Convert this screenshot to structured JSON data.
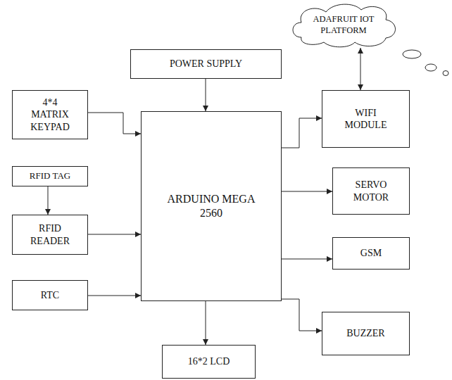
{
  "diagram": {
    "nodes": [
      {
        "text": [
          "ADAFRUIT IOT PLATFORM"
        ]
      },
      {
        "text": [
          "POWER SUPPLY"
        ]
      },
      {
        "text": [
          "4*4 MATRIX KEYPAD"
        ]
      },
      {
        "text": [
          "WIFI MODULE"
        ]
      },
      {
        "text": [
          "ARDUINO MEGA 2560"
        ]
      },
      {
        "text": [
          "RFID TAG"
        ]
      },
      {
        "text": [
          "SERVO MOTOR"
        ]
      },
      {
        "text": [
          "RFID READER"
        ]
      },
      {
        "text": [
          "GSM"
        ]
      },
      {
        "text": [
          "RTC"
        ]
      },
      {
        "text": [
          "BUZZER"
        ]
      },
      {
        "text": [
          "16*2 LCD"
        ]
      }
    ],
    "edges": [
      {
        "from": 1,
        "to": 4,
        "arrow": "to"
      },
      {
        "from": 2,
        "to": 4,
        "arrow": "to"
      },
      {
        "from": 0,
        "to": 3,
        "arrow": "both"
      },
      {
        "from": 4,
        "to": 3,
        "arrow": "to"
      },
      {
        "from": 5,
        "to": 7,
        "arrow": "to"
      },
      {
        "from": 7,
        "to": 4,
        "arrow": "to"
      },
      {
        "from": 4,
        "to": 6,
        "arrow": "to"
      },
      {
        "from": 4,
        "to": 8,
        "arrow": "to"
      },
      {
        "from": 9,
        "to": 4,
        "arrow": "to"
      },
      {
        "from": 4,
        "to": 10,
        "arrow": "to"
      },
      {
        "from": 4,
        "to": 11,
        "arrow": "to"
      }
    ]
  }
}
